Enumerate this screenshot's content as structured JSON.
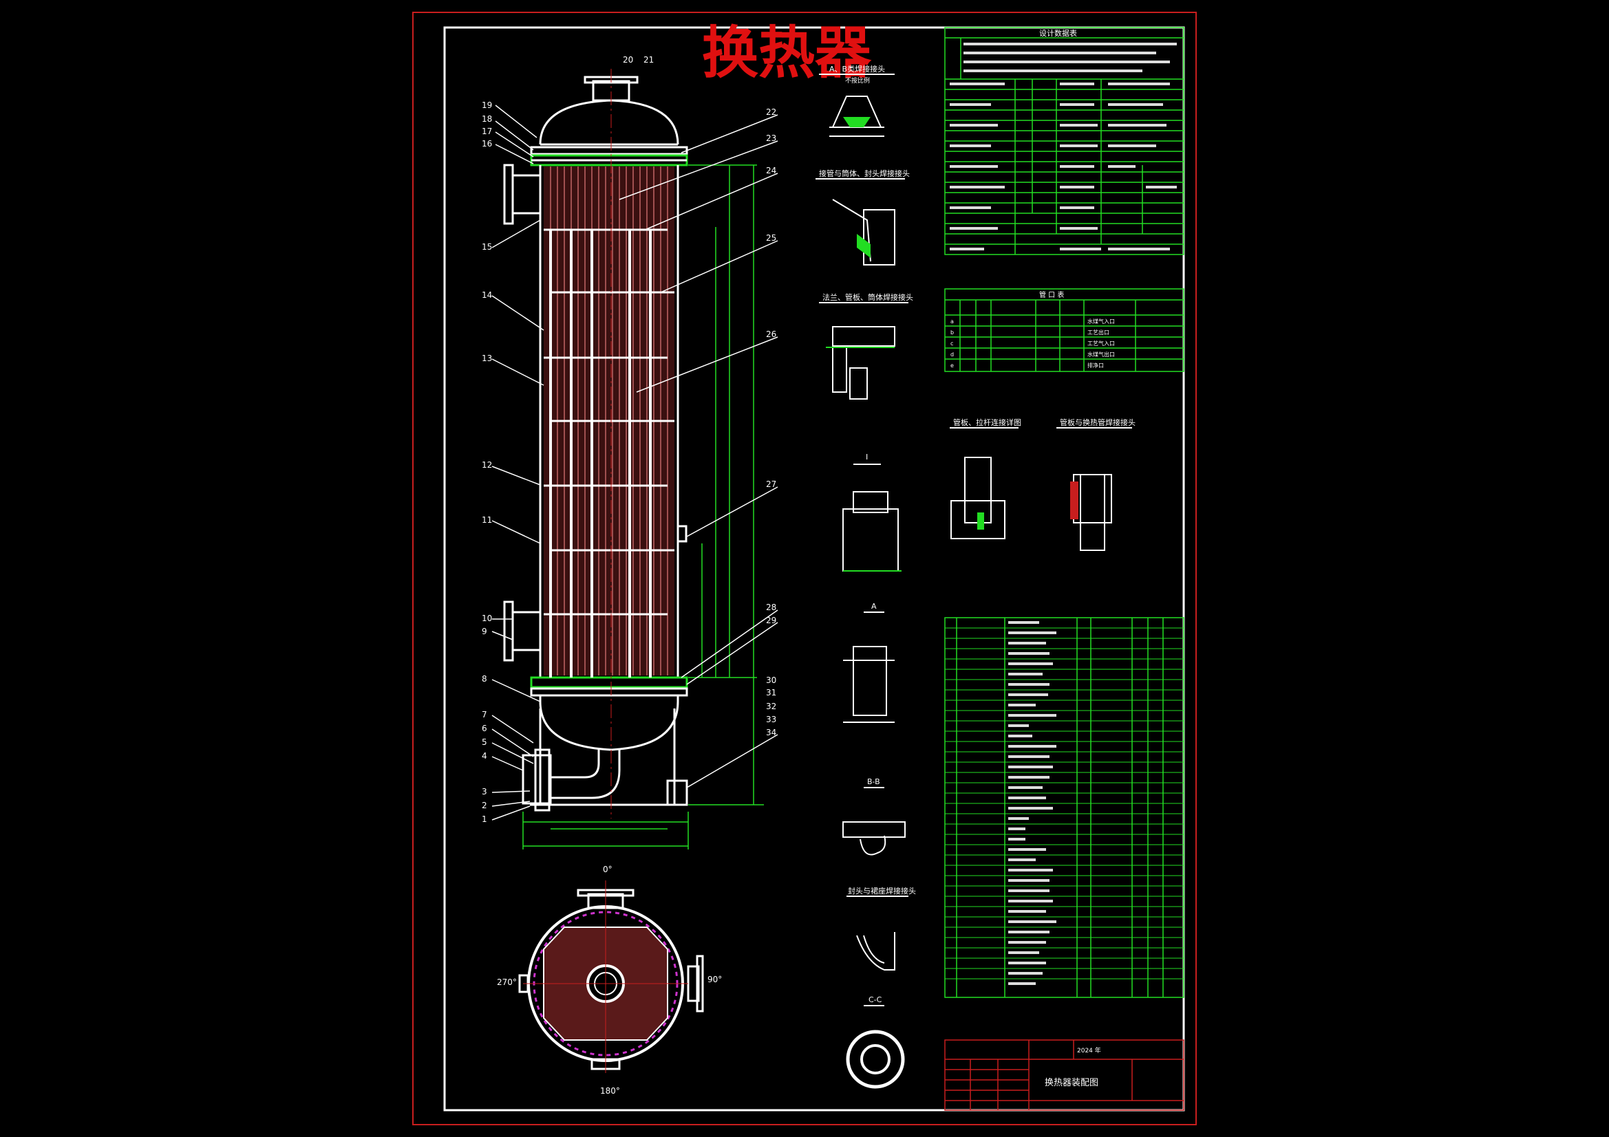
{
  "title": "换热器",
  "item_numbers_left": [
    "19",
    "18",
    "17",
    "16",
    "15",
    "14",
    "13",
    "12",
    "11",
    "10",
    "9",
    "8",
    "7",
    "6",
    "5",
    "4",
    "3",
    "2",
    "1"
  ],
  "item_numbers_right": [
    "20",
    "21",
    "22",
    "23",
    "24",
    "25",
    "26",
    "27",
    "28",
    "29",
    "30",
    "31",
    "32",
    "33",
    "34"
  ],
  "detail_labels": {
    "weld_a": "A、B类焊接接头",
    "tube_shell": "接管与筒体、封头焊接接头",
    "flange": "法兰、管板、筒体焊接接头",
    "tube_plate_rod": "管板、拉杆连接详图",
    "tube_plate_tube": "管板与换热管焊接接头",
    "section_I": "I",
    "section_A": "A",
    "section_BB": "B-B",
    "head_weld": "封头与裙座焊接接头",
    "section_CC": "C-C",
    "not_to_scale": "不按比例"
  },
  "plan_view": {
    "top_angle": "0°",
    "left_angle": "270°",
    "right_angle": "90°",
    "bottom_angle": "180°"
  },
  "design_table_header": "设计数据表",
  "nozzle_table_header": "管 口 表",
  "nozzle_rows": [
    {
      "symbol": "a",
      "service": "水煤气入口"
    },
    {
      "symbol": "b",
      "service": "工艺出口"
    },
    {
      "symbol": "c",
      "service": "工艺气入口"
    },
    {
      "symbol": "d",
      "service": "水煤气出口"
    },
    {
      "symbol": "e",
      "service": "排净口"
    }
  ],
  "title_block": {
    "drawing_name": "换热器装配图",
    "year": "2024 年"
  },
  "colors": {
    "frame_red": "#c81e1e",
    "line_white": "#ffffff",
    "dim_green": "#22dd22",
    "tube_red": "#a05050",
    "title_red": "#e01010",
    "magenta": "#cc33cc"
  }
}
